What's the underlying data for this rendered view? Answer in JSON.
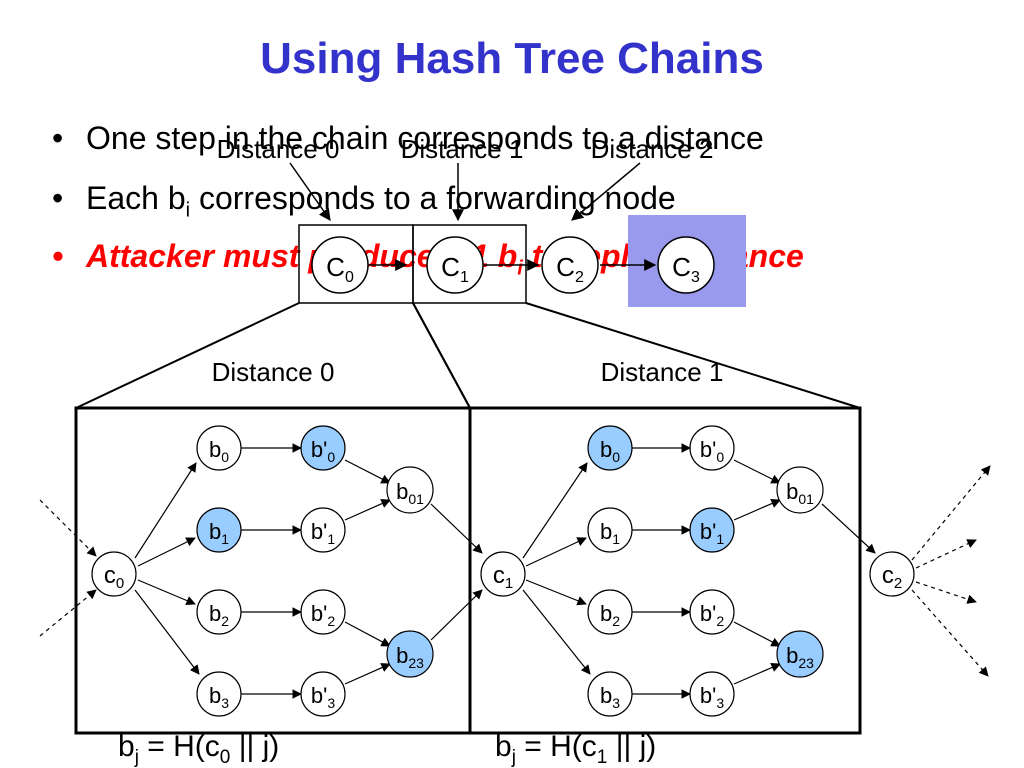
{
  "title": "Using Hash Tree Chains",
  "bullets": [
    {
      "text": "One step in the chain corresponds to a distance"
    },
    {
      "text_main": "Each b",
      "text_sub": "i",
      "text_rest": " corresponds to a forwarding node"
    },
    {
      "text_main": "Attacker must produce i+1 b",
      "text_sub": "i",
      "text_rest": " to replay distance"
    }
  ],
  "chain": {
    "nodes": [
      {
        "label": "C",
        "sub": "0"
      },
      {
        "label": "C",
        "sub": "1"
      },
      {
        "label": "C",
        "sub": "2"
      },
      {
        "label": "C",
        "sub": "3"
      }
    ],
    "distance_callouts": [
      "Distance 0",
      "Distance 1",
      "Distance 2"
    ]
  },
  "panel_labels": [
    "Distance 0",
    "Distance 1"
  ],
  "panel0": {
    "start": {
      "label": "c",
      "sub": "0"
    },
    "leaves": [
      {
        "label": "b",
        "sub": "0"
      },
      {
        "label": "b",
        "sub": "1"
      },
      {
        "label": "b",
        "sub": "2"
      },
      {
        "label": "b",
        "sub": "3"
      }
    ],
    "primes": [
      {
        "label": "b'",
        "sub": "0"
      },
      {
        "label": "b'",
        "sub": "1"
      },
      {
        "label": "b'",
        "sub": "2"
      },
      {
        "label": "b'",
        "sub": "3"
      }
    ],
    "merges": [
      {
        "label": "b",
        "sub": "01"
      },
      {
        "label": "b",
        "sub": "23"
      }
    ]
  },
  "panel1": {
    "start": {
      "label": "c",
      "sub": "1"
    },
    "leaves": [
      {
        "label": "b",
        "sub": "0"
      },
      {
        "label": "b",
        "sub": "1"
      },
      {
        "label": "b",
        "sub": "2"
      },
      {
        "label": "b",
        "sub": "3"
      }
    ],
    "primes": [
      {
        "label": "b'",
        "sub": "0"
      },
      {
        "label": "b'",
        "sub": "1"
      },
      {
        "label": "b'",
        "sub": "2"
      },
      {
        "label": "b'",
        "sub": "3"
      }
    ],
    "merges": [
      {
        "label": "b",
        "sub": "01"
      },
      {
        "label": "b",
        "sub": "23"
      }
    ]
  },
  "end_node": {
    "label": "c",
    "sub": "2"
  },
  "formulas": [
    {
      "prefix": "b",
      "sub1": "j",
      "mid": " = H(c",
      "sub2": "0",
      "suffix": " || j)"
    },
    {
      "prefix": "b",
      "sub1": "j",
      "mid": " = H(c",
      "sub2": "1",
      "suffix": " || j)"
    }
  ],
  "colors": {
    "title": "#3333cc",
    "highlight_node": "#99ccff",
    "highlight_box": "#9999ee",
    "alert_text": "#ff0000"
  }
}
